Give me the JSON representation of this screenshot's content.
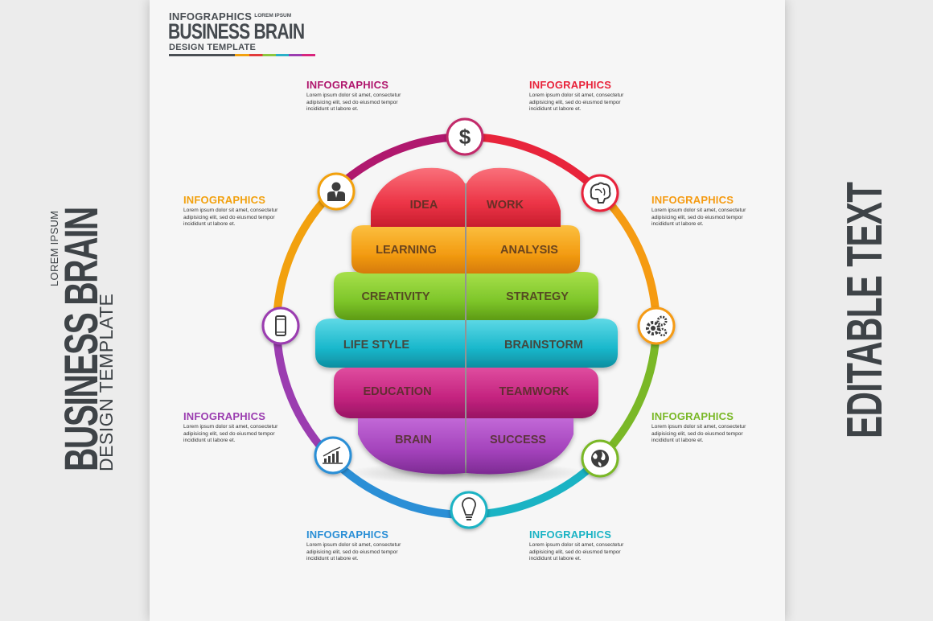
{
  "header": {
    "top_title": "INFOGRAPHICS",
    "top_small": "LOREM IPSUM",
    "main_title": "BUSINESS BRAIN",
    "subtitle": "DESIGN TEMPLATE"
  },
  "side_left": {
    "small": "LOREM IPSUM",
    "big": "BUSINESS BRAIN",
    "sub": "DESIGN TEMPLATE"
  },
  "side_right": {
    "text": "EDITABLE TEXT"
  },
  "brain": {
    "left": [
      "IDEA",
      "LEARNING",
      "CREATIVITY",
      "LIFE STYLE",
      "EDUCATION",
      "BRAIN"
    ],
    "right": [
      "WORK",
      "ANALYSIS",
      "STRATEGY",
      "BRAINSTORM",
      "TEAMWORK",
      "SUCCESS"
    ]
  },
  "info_blocks": [
    {
      "title": "INFOGRAPHICS",
      "color": "#b0186e",
      "text": "Lorem ipsum dolor sit amet, consectetur adipisicing elit, sed do eiusmod tempor incididunt ut labore et."
    },
    {
      "title": "INFOGRAPHICS",
      "color": "#e8243b",
      "text": "Lorem ipsum dolor sit amet, consectetur adipisicing elit, sed do eiusmod tempor incididunt ut labore et."
    },
    {
      "title": "INFOGRAPHICS",
      "color": "#f2a10f",
      "text": "Lorem ipsum dolor sit amet, consectetur adipisicing elit, sed do eiusmod tempor incididunt ut labore et."
    },
    {
      "title": "INFOGRAPHICS",
      "color": "#f59b12",
      "text": "Lorem ipsum dolor sit amet, consectetur adipisicing elit, sed do eiusmod tempor incididunt ut labore et."
    },
    {
      "title": "INFOGRAPHICS",
      "color": "#9b3db0",
      "text": "Lorem ipsum dolor sit amet, consectetur adipisicing elit, sed do eiusmod tempor incididunt ut labore et."
    },
    {
      "title": "INFOGRAPHICS",
      "color": "#7ab827",
      "text": "Lorem ipsum dolor sit amet, consectetur adipisicing elit, sed do eiusmod tempor incididunt ut labore et."
    },
    {
      "title": "INFOGRAPHICS",
      "color": "#2b8fd6",
      "text": "Lorem ipsum dolor sit amet, consectetur adipisicing elit, sed do eiusmod tempor incididunt ut labore et."
    },
    {
      "title": "INFOGRAPHICS",
      "color": "#1ab3c4",
      "text": "Lorem ipsum dolor sit amet, consectetur adipisicing elit, sed do eiusmod tempor incididunt ut labore et."
    }
  ],
  "icons": [
    "dollar-icon",
    "brain-icon",
    "gears-icon",
    "globe-icon",
    "lightbulb-icon",
    "bar-chart-icon",
    "smartphone-icon",
    "businessman-icon"
  ],
  "colors": {
    "red": "#e8243b",
    "orange": "#f2a10f",
    "green": "#7ab827",
    "teal": "#1ab3c4",
    "magenta": "#c51f7e",
    "purple": "#9b3db0",
    "dark": "#44494e"
  }
}
